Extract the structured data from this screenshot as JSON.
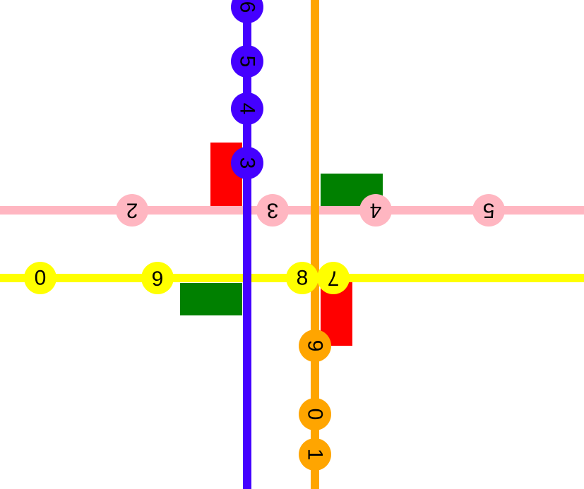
{
  "diagram": {
    "type": "transit-map",
    "background": "#ffffff",
    "lines": [
      {
        "name": "",
        "color": "#ffb6c1",
        "orientation": "horizontal",
        "stations": [
          {
            "label": "2",
            "text_rotation_deg": 180
          },
          {
            "label": "3",
            "text_rotation_deg": 180
          },
          {
            "label": "4",
            "text_rotation_deg": 180
          },
          {
            "label": "5",
            "text_rotation_deg": 180
          }
        ]
      },
      {
        "name": "",
        "color": "#ffff00",
        "orientation": "horizontal",
        "stations": [
          {
            "label": "0",
            "text_rotation_deg": 0
          },
          {
            "label": "6",
            "text_rotation_deg": 180
          },
          {
            "label": "8",
            "text_rotation_deg": 0
          },
          {
            "label": "7",
            "text_rotation_deg": 180
          }
        ]
      },
      {
        "name": "",
        "color": "#4400ff",
        "orientation": "vertical",
        "stations": [
          {
            "label": "6",
            "text_rotation_deg": 90
          },
          {
            "label": "5",
            "text_rotation_deg": 90
          },
          {
            "label": "4",
            "text_rotation_deg": 90
          },
          {
            "label": "3",
            "text_rotation_deg": 90
          }
        ]
      },
      {
        "name": "",
        "color": "#ffa500",
        "orientation": "vertical",
        "stations": [
          {
            "label": "9",
            "text_rotation_deg": 90
          },
          {
            "label": "0",
            "text_rotation_deg": 90
          },
          {
            "label": "1",
            "text_rotation_deg": 90
          }
        ]
      }
    ],
    "markers": [
      {
        "color": "#ff0000"
      },
      {
        "color": "#008000"
      },
      {
        "color": "#008000"
      },
      {
        "color": "#ff0000"
      }
    ]
  }
}
